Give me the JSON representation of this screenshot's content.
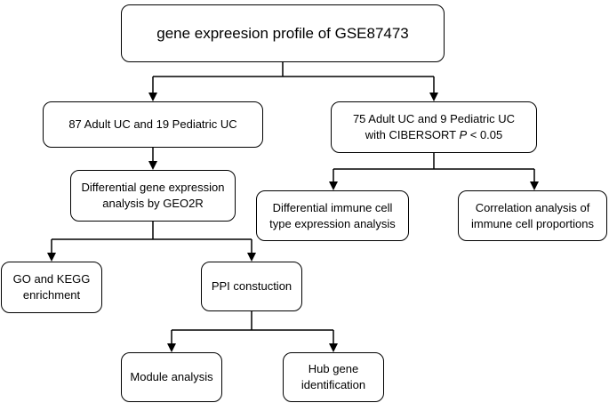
{
  "nodes": {
    "root": {
      "text": "gene expreesion profile of GSE87473"
    },
    "left_cohort": {
      "text": "87 Adult UC and 19 Pediatric UC"
    },
    "right_cohort": {
      "line1": "75 Adult UC and 9 Pediatric UC",
      "line2_prefix": "with CIBERSORT ",
      "line2_p": "P",
      "line2_suffix": " < 0.05"
    },
    "deg": {
      "line1": "Differential gene expression",
      "line2": "analysis by GEO2R"
    },
    "immune_diff": {
      "line1": "Differential immune cell",
      "line2": "type expression analysis"
    },
    "immune_corr": {
      "line1": "Correlation analysis of",
      "line2": "immune cell proportions"
    },
    "go_kegg": {
      "line1": "GO and KEGG",
      "line2": "enrichment"
    },
    "ppi": {
      "text": "PPI constuction"
    },
    "module": {
      "text": "Module analysis"
    },
    "hub": {
      "line1": "Hub gene",
      "line2": "identification"
    }
  },
  "colors": {
    "stroke": "#000000",
    "background": "#ffffff"
  }
}
